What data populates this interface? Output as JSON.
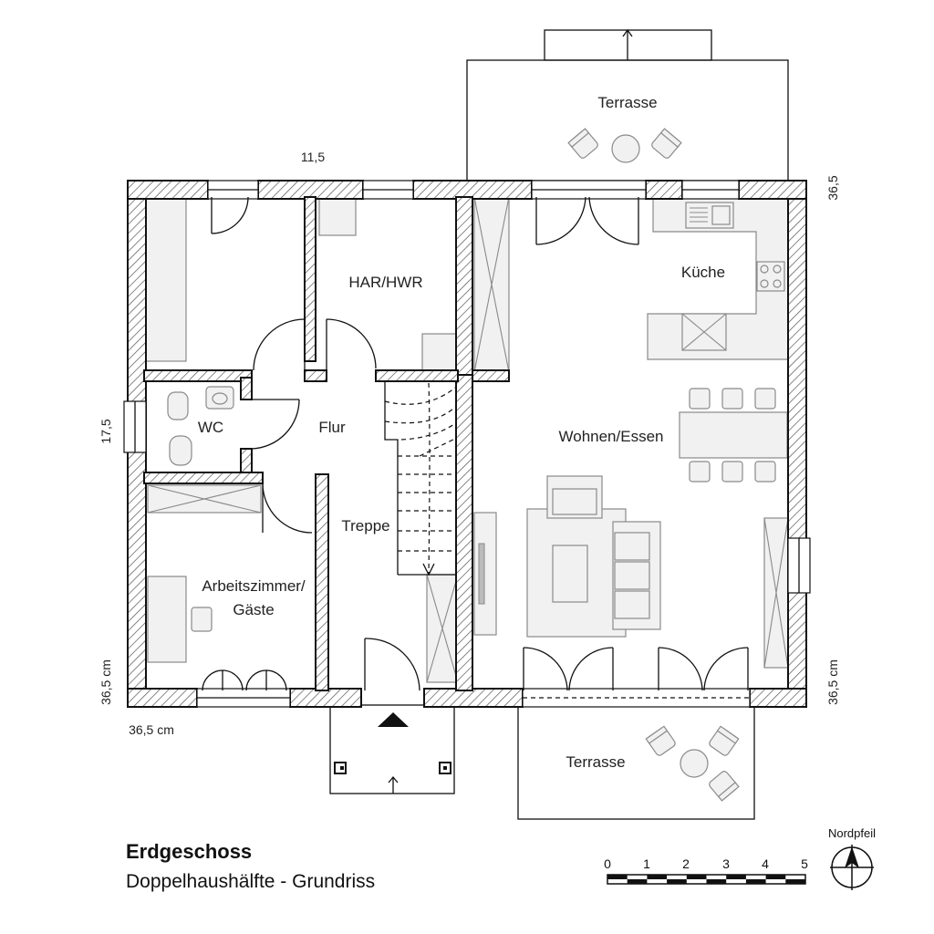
{
  "rooms": {
    "har_hwr": "HAR/HWR",
    "kueche": "Küche",
    "wc": "WC",
    "flur": "Flur",
    "wohnen_essen": "Wohnen/Essen",
    "treppe": "Treppe",
    "arbeitszimmer_1": "Arbeitszimmer/",
    "arbeitszimmer_2": "Gäste",
    "terrasse_north": "Terrasse",
    "terrasse_south": "Terrasse"
  },
  "dimensions": {
    "top": "11,5",
    "right_top": "36,5",
    "left_mid": "17,5",
    "left_bottom": "36,5 cm",
    "right_bottom": "36,5 cm",
    "bottom_left": "36,5 cm"
  },
  "title": {
    "main": "Erdgeschoss",
    "sub": "Doppelhaushälfte - Grundriss"
  },
  "scale": {
    "ticks": [
      "0",
      "1",
      "2",
      "3",
      "4",
      "5"
    ]
  },
  "north": {
    "label": "Nordpfeil"
  },
  "colors": {
    "wall": "#111111",
    "furniture_fill": "#f1f1f1",
    "furniture_stroke": "#8a8a8a"
  }
}
